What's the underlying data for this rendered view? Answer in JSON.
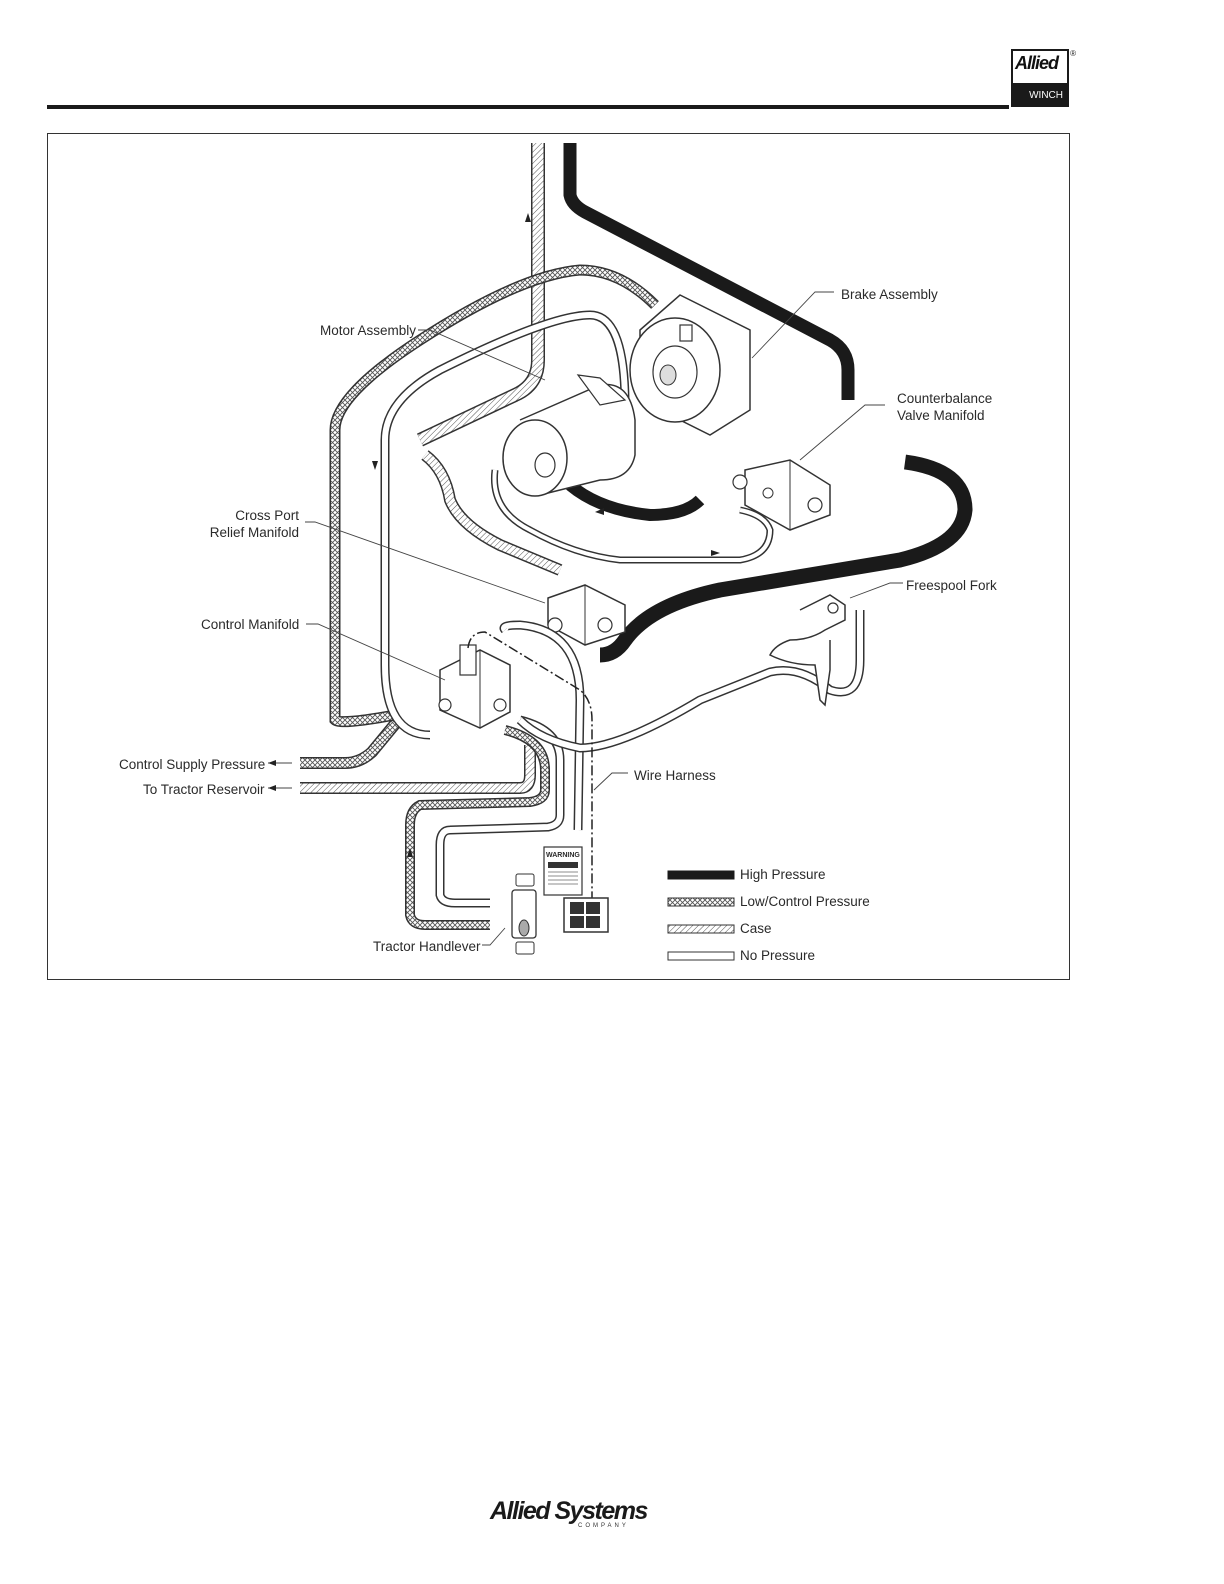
{
  "header": {
    "logo_text": "Allied",
    "logo_registered": "®",
    "logo_sub": "WINCH"
  },
  "diagram": {
    "labels": {
      "brake_assembly": "Brake Assembly",
      "motor_assembly": "Motor Assembly",
      "counterbalance_line1": "Counterbalance",
      "counterbalance_line2": "Valve Manifold",
      "cross_port_line1": "Cross Port",
      "cross_port_line2": "Relief Manifold",
      "freespool_fork": "Freespool Fork",
      "control_manifold": "Control Manifold",
      "control_supply_pressure": "Control Supply Pressure",
      "to_tractor_reservoir": "To Tractor Reservoir",
      "wire_harness": "Wire Harness",
      "tractor_handlever": "Tractor Handlever",
      "warning_decal": "WARNING"
    },
    "legend": [
      {
        "label": "High Pressure",
        "style": "solid-dark"
      },
      {
        "label": "Low/Control Pressure",
        "style": "crosshatch"
      },
      {
        "label": "Case",
        "style": "diagonal-hatch"
      },
      {
        "label": "No Pressure",
        "style": "outline"
      }
    ]
  },
  "footer": {
    "logo_main": "Allied Systems",
    "logo_sub": "COMPANY"
  },
  "colors": {
    "ink": "#1a1a1a",
    "hatch": "#555555",
    "paper": "#ffffff"
  }
}
